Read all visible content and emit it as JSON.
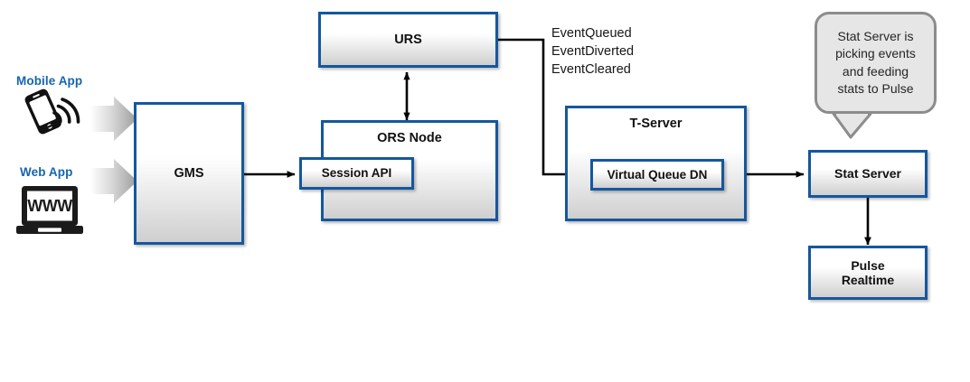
{
  "diagram": {
    "title": "GMS / ORS / T-Server / Stat Server event flow",
    "colors": {
      "node_border": "#15579E",
      "source_label": "#1565AE",
      "callout_border": "#8C8C8C",
      "callout_fill": "#E6E6E6",
      "connector": "#000000",
      "block_arrow": "#BFBFBF"
    },
    "sources": [
      {
        "label": "Mobile App",
        "icon": "mobile-phone-icon"
      },
      {
        "label": "Web App",
        "icon": "laptop-www-icon",
        "screen_text": "WWW"
      }
    ],
    "nodes": [
      {
        "id": "gms",
        "label": "GMS"
      },
      {
        "id": "urs",
        "label": "URS"
      },
      {
        "id": "ors-node",
        "label": "ORS Node"
      },
      {
        "id": "session-api",
        "label": "Session API"
      },
      {
        "id": "t-server",
        "label": "T-Server"
      },
      {
        "id": "virtual-queue",
        "label": "Virtual Queue DN"
      },
      {
        "id": "stat-server",
        "label": "Stat Server"
      },
      {
        "id": "pulse",
        "label": "Pulse\nRealtime",
        "line1": "Pulse",
        "line2": "Realtime"
      }
    ],
    "events": [
      "EventQueued",
      "EventDiverted",
      "EventCleared"
    ],
    "callout": {
      "text": "Stat Server is picking events and feeding stats to Pulse",
      "line1": "Stat Server is",
      "line2": "picking events",
      "line3": "and feeding",
      "line4": "stats to Pulse"
    },
    "connectors": [
      {
        "from": "mobile-app",
        "to": "gms",
        "style": "block-arrow"
      },
      {
        "from": "web-app",
        "to": "gms",
        "style": "block-arrow"
      },
      {
        "from": "gms",
        "to": "session-api",
        "style": "arrow"
      },
      {
        "from": "urs",
        "to": "ors-node",
        "style": "double-arrow"
      },
      {
        "from": "urs",
        "to": "virtual-queue",
        "style": "arrow",
        "label": "EventQueued / EventDiverted / EventCleared"
      },
      {
        "from": "virtual-queue",
        "to": "stat-server",
        "style": "double-arrow"
      },
      {
        "from": "stat-server",
        "to": "pulse",
        "style": "arrow"
      }
    ]
  }
}
